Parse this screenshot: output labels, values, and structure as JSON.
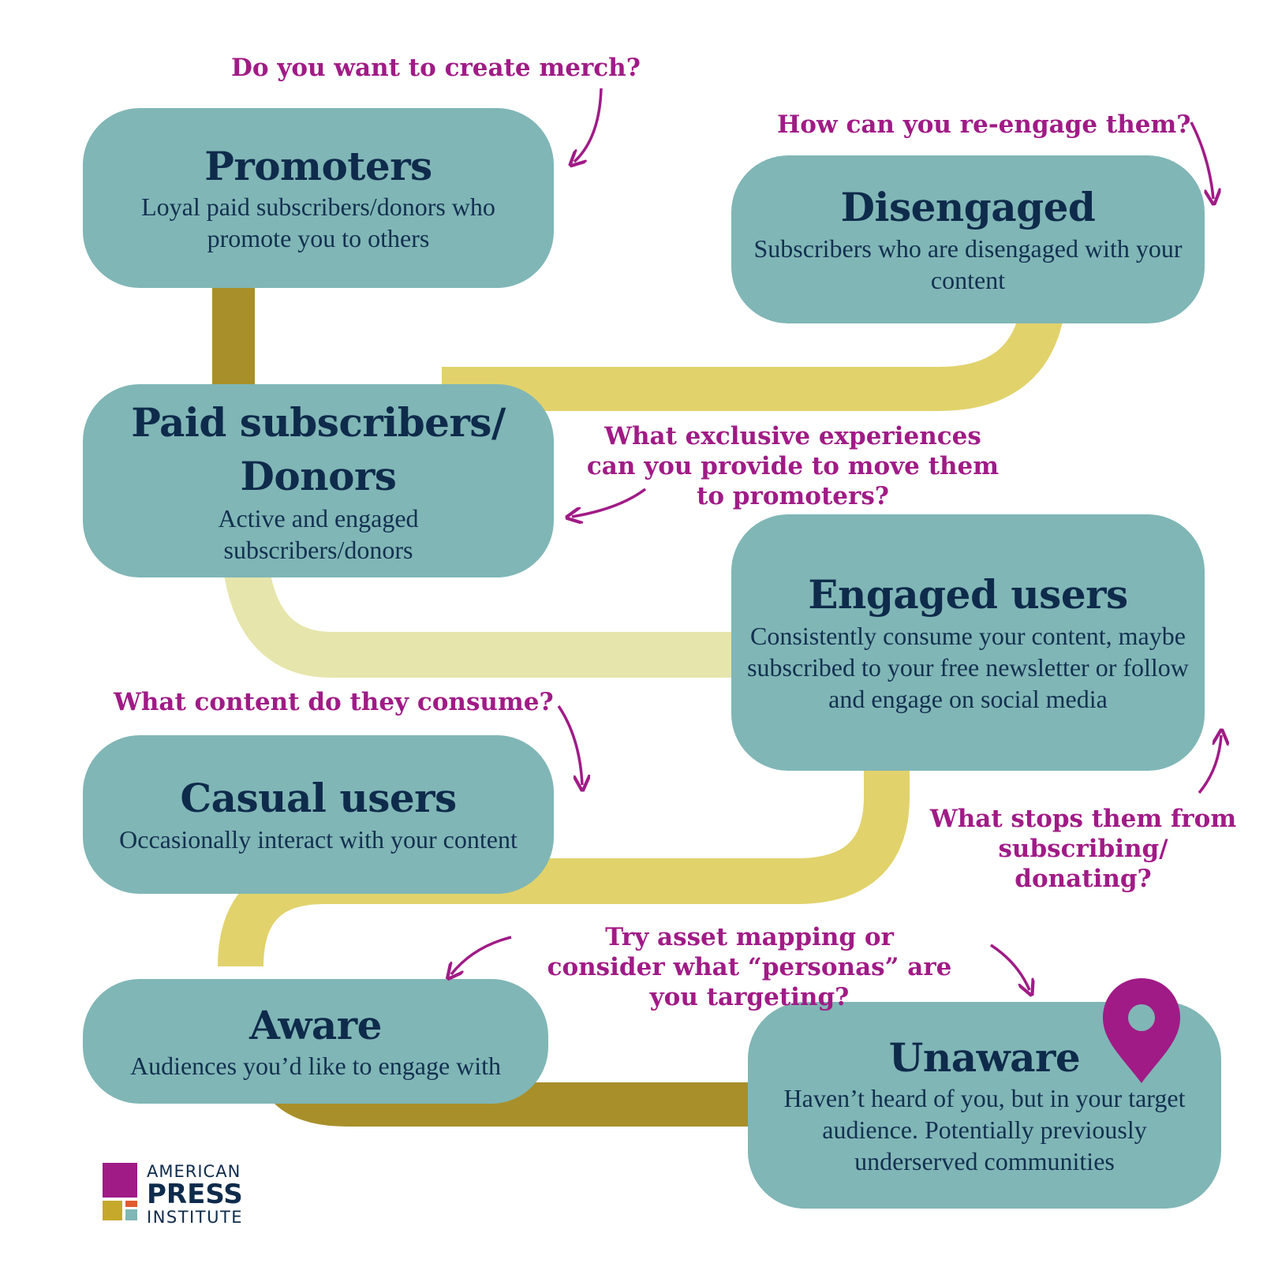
{
  "stages": [
    {
      "id": "promoters",
      "title": "Promoters",
      "description": "Loyal paid subscribers/donors who promote you to others"
    },
    {
      "id": "disengaged",
      "title": "Disengaged",
      "description": "Subscribers who are disengaged with your content"
    },
    {
      "id": "paid",
      "title": "Paid subscribers/ Donors",
      "description": "Active and engaged subscribers/donors"
    },
    {
      "id": "engaged",
      "title": "Engaged users",
      "description": "Consistently consume your content, maybe subscribed to your free newsletter or follow and engage on social media"
    },
    {
      "id": "casual",
      "title": "Casual users",
      "description": "Occasionally interact with your content"
    },
    {
      "id": "aware",
      "title": "Aware",
      "description": "Audiences you’d like to engage with"
    },
    {
      "id": "unaware",
      "title": "Unaware",
      "description": "Haven’t heard of you, but in your target audience. Potentially previously underserved communities"
    }
  ],
  "questions": {
    "merch": "Do you want to create merch?",
    "reengage": "How can you re-engage them?",
    "exclusive": "What exclusive experiences can you provide  to move them to promoters?",
    "content": "What content do they consume?",
    "stops": "What stops them from subscribing/ donating?",
    "asset": "Try asset mapping or consider what “personas” are you targeting?"
  },
  "logo": {
    "line1": "AMERICAN",
    "line2": "PRESS",
    "line3": "INSTITUTE"
  },
  "colors": {
    "box": "#80b6b5",
    "title": "#0f2b4c",
    "question": "#a01b86",
    "path_dark": "#a98f2a",
    "path_mid": "#e1d26b",
    "path_light": "#e6e5ab",
    "pin": "#a01b86"
  },
  "icons": [
    "location-pin-icon",
    "arrow-icon"
  ]
}
